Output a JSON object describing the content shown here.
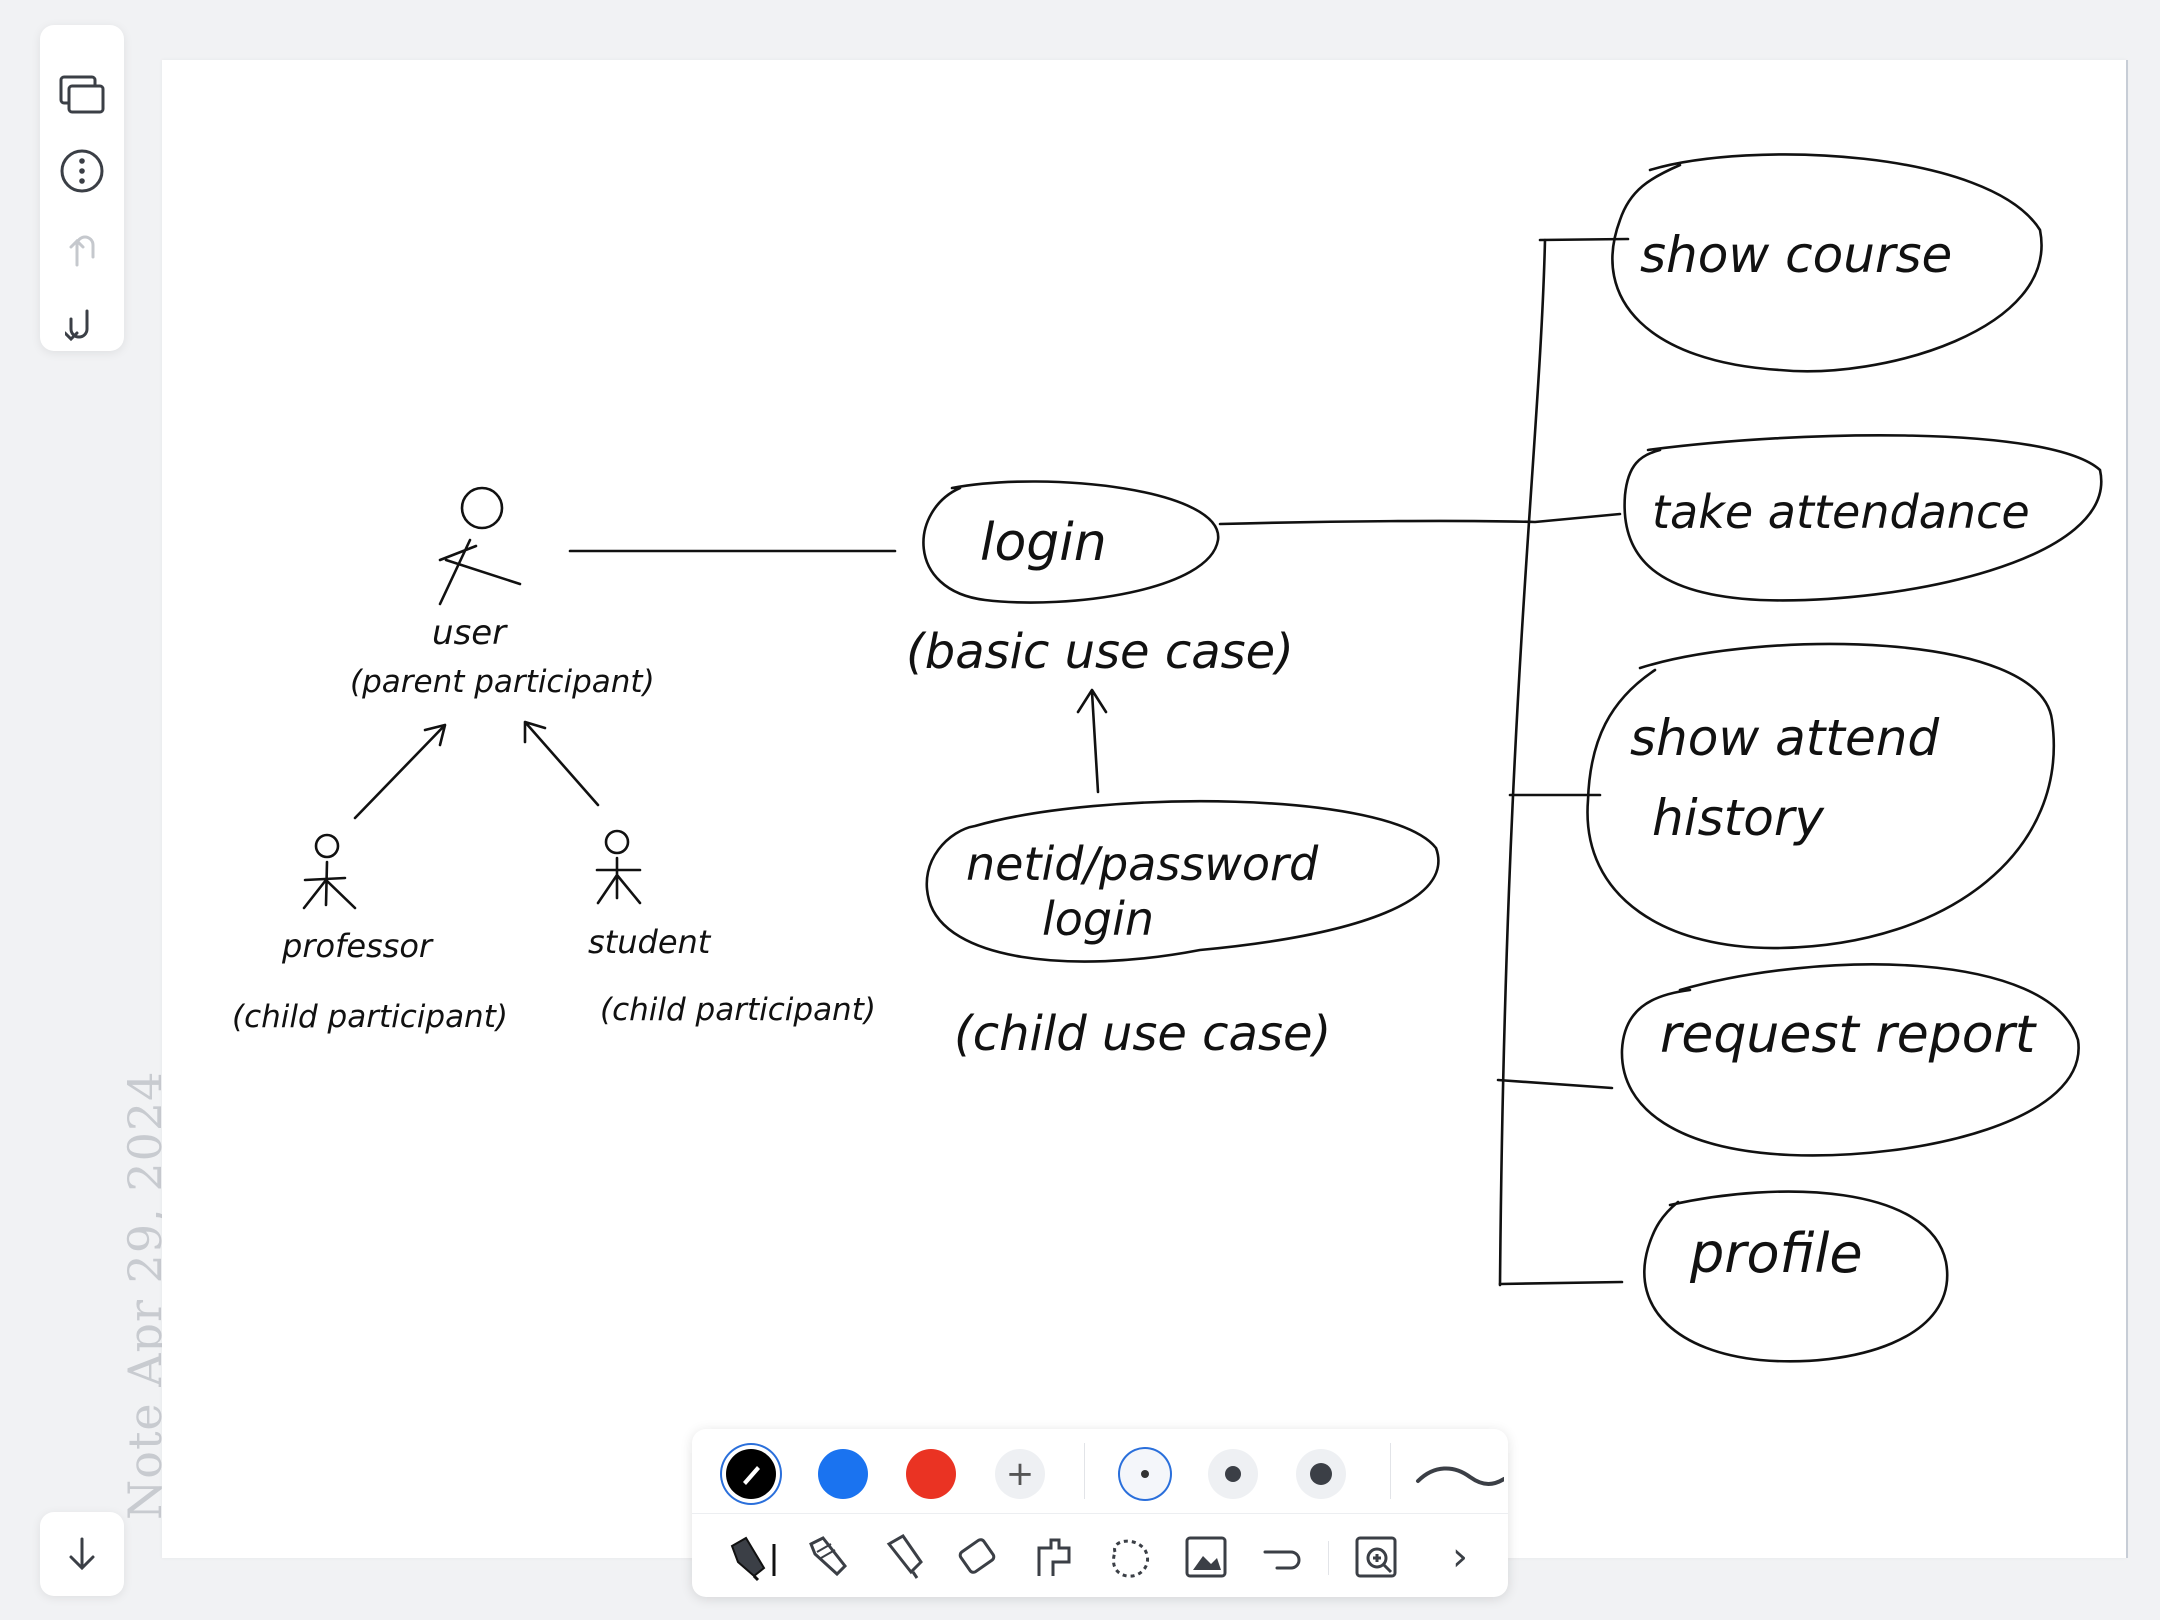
{
  "app": {
    "note_date": "Note Apr 29, 2024"
  },
  "left_toolbar": {
    "items": [
      "pages-icon",
      "more-icon",
      "redo-icon",
      "undo-icon"
    ]
  },
  "diagram": {
    "actor_user": "user",
    "actor_user_note": "(parent participant)",
    "actor_professor": "professor",
    "actor_professor_note": "(child participant)",
    "actor_student": "student",
    "actor_student_note": "(child participant)",
    "usecase_login": "login",
    "usecase_login_note": "(basic use case)",
    "usecase_netid_line1": "netid/password",
    "usecase_netid_line2": "login",
    "usecase_netid_note": "(child use case)",
    "usecase_show_course": "show course",
    "usecase_take_attendance": "take attendance",
    "usecase_attend_line1": "show attend",
    "usecase_attend_line2": "history",
    "usecase_request_report": "request report",
    "usecase_profile": "profile"
  },
  "bottom_toolbar": {
    "colors": [
      "#000000",
      "#1a73f0",
      "#ea3323"
    ],
    "add_color_label": "+",
    "active_tool": "pen",
    "tools": [
      "pen-icon",
      "pencil-icon",
      "highlighter-icon",
      "eraser-icon",
      "tape-icon",
      "lasso-icon",
      "image-icon",
      "shape-icon",
      "zoom-icon"
    ],
    "more_label": "›"
  }
}
